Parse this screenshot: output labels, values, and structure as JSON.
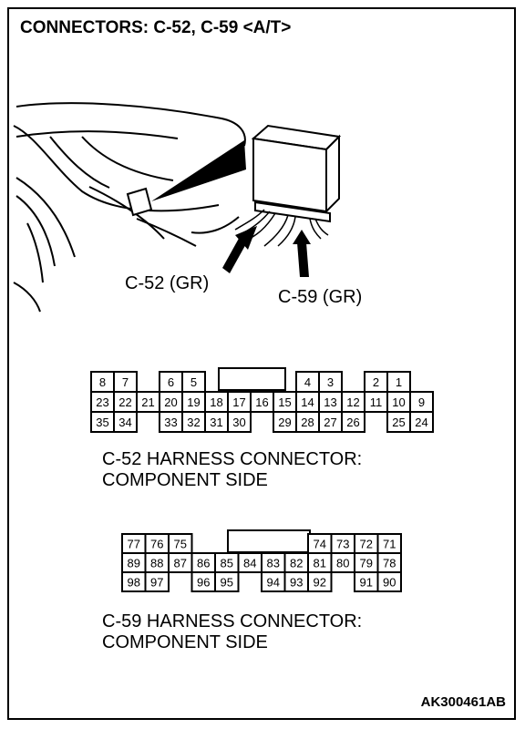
{
  "title": "CONNECTORS: C-52, C-59 <A/T>",
  "illustration": {
    "label_c52": "C-52 (GR)",
    "label_c59": "C-59 (GR)"
  },
  "connector_c52": {
    "caption_line1": "C-52 HARNESS CONNECTOR:",
    "caption_line2": "COMPONENT SIDE",
    "rows": [
      [
        "8",
        "7",
        "",
        "6",
        "5",
        "",
        "",
        "",
        "",
        "4",
        "3",
        "",
        "2",
        "1"
      ],
      [
        "23",
        "22",
        "21",
        "20",
        "19",
        "18",
        "17",
        "16",
        "15",
        "14",
        "13",
        "12",
        "11",
        "10",
        "9"
      ],
      [
        "35",
        "34",
        "",
        "33",
        "32",
        "31",
        "30",
        "",
        "29",
        "28",
        "27",
        "26",
        "",
        "25",
        "24"
      ]
    ]
  },
  "connector_c59": {
    "caption_line1": "C-59 HARNESS CONNECTOR:",
    "caption_line2": "COMPONENT SIDE",
    "rows": [
      [
        "77",
        "76",
        "75",
        "",
        "",
        "",
        "",
        "",
        "74",
        "73",
        "72",
        "71"
      ],
      [
        "89",
        "88",
        "87",
        "86",
        "85",
        "84",
        "83",
        "82",
        "81",
        "80",
        "79",
        "78"
      ],
      [
        "98",
        "97",
        "",
        "96",
        "95",
        "",
        "94",
        "93",
        "92",
        "",
        "91",
        "90"
      ]
    ]
  },
  "figure_id": "AK300461AB"
}
